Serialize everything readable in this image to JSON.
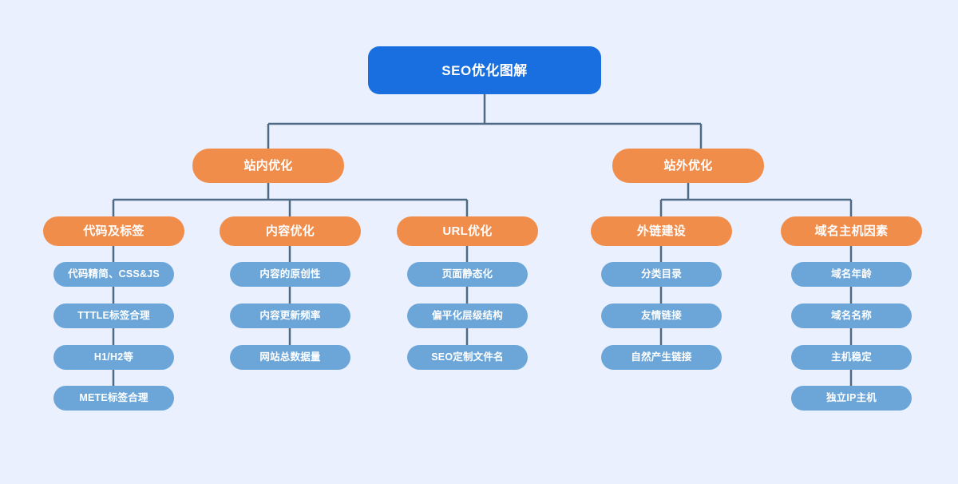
{
  "diagram": {
    "title": "SEO优化图解",
    "colors": {
      "background": "#eaf0fd",
      "root": "#1a6fe0",
      "branch": "#f18d4b",
      "leaf": "#6ca6d9",
      "connector": "#4e6a85",
      "text": "#ffffff"
    },
    "root": {
      "label": "SEO优化图解"
    },
    "branches": [
      {
        "label": "站内优化"
      },
      {
        "label": "站外优化"
      }
    ],
    "categories": [
      {
        "label": "代码及标签",
        "parent": "站内优化"
      },
      {
        "label": "内容优化",
        "parent": "站内优化"
      },
      {
        "label": "URL优化",
        "parent": "站内优化"
      },
      {
        "label": "外链建设",
        "parent": "站外优化"
      },
      {
        "label": "域名主机因素",
        "parent": "站外优化"
      }
    ],
    "leaves": {
      "code_and_tags": [
        {
          "label": "代码精简、CSS&JS"
        },
        {
          "label": "TTTLE标签合理"
        },
        {
          "label": "H1/H2等"
        },
        {
          "label": "METE标签合理"
        }
      ],
      "content_optimization": [
        {
          "label": "内容的原创性"
        },
        {
          "label": "内容更新频率"
        },
        {
          "label": "网站总数据量"
        }
      ],
      "url_optimization": [
        {
          "label": "页面静态化"
        },
        {
          "label": "偏平化层级结构"
        },
        {
          "label": "SEO定制文件名"
        }
      ],
      "external_links": [
        {
          "label": "分类目录"
        },
        {
          "label": "友情链接"
        },
        {
          "label": "自然产生链接"
        }
      ],
      "domain_host": [
        {
          "label": "域名年龄"
        },
        {
          "label": "域名名称"
        },
        {
          "label": "主机稳定"
        },
        {
          "label": "独立IP主机"
        }
      ]
    }
  }
}
